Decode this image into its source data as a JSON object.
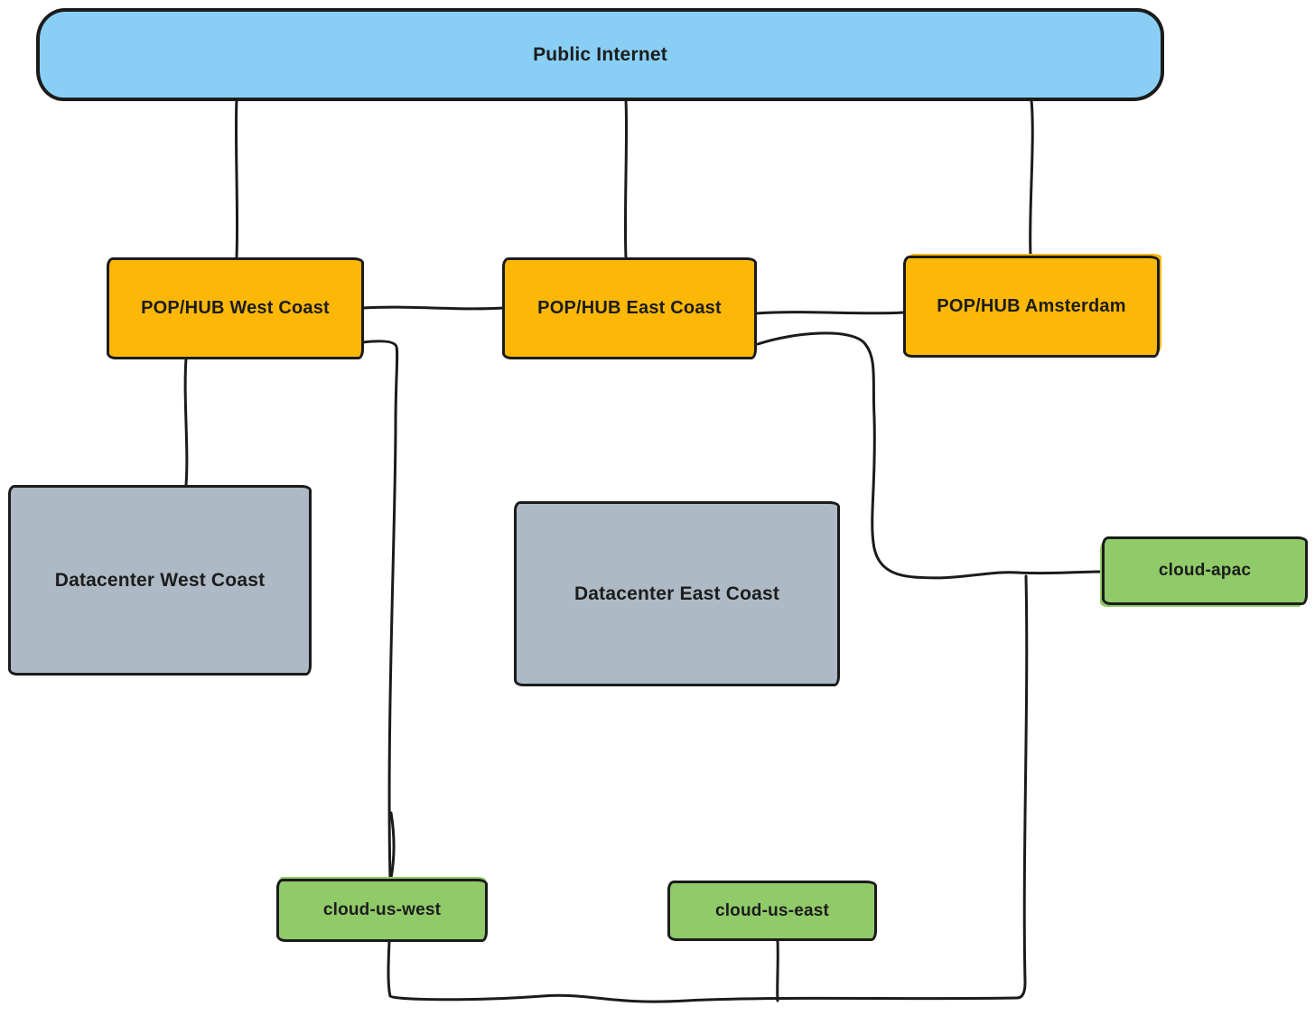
{
  "diagram": {
    "kind": "hand-drawn network topology sketch",
    "nodes": {
      "public_internet": {
        "label": "Public Internet",
        "type": "internet"
      },
      "pop_west": {
        "label": "POP/HUB West Coast",
        "type": "pop"
      },
      "pop_east": {
        "label": "POP/HUB East Coast",
        "type": "pop"
      },
      "pop_ams": {
        "label": "POP/HUB Amsterdam",
        "type": "pop"
      },
      "dc_west": {
        "label": "Datacenter West Coast",
        "type": "datacenter"
      },
      "dc_east": {
        "label": "Datacenter East Coast",
        "type": "datacenter"
      },
      "cloud_apac": {
        "label": "cloud-apac",
        "type": "cloud"
      },
      "cloud_us_west": {
        "label": "cloud-us-west",
        "type": "cloud"
      },
      "cloud_us_east": {
        "label": "cloud-us-east",
        "type": "cloud"
      }
    },
    "edges": [
      {
        "from": "public_internet",
        "to": "pop_west"
      },
      {
        "from": "public_internet",
        "to": "pop_east"
      },
      {
        "from": "public_internet",
        "to": "pop_ams"
      },
      {
        "from": "pop_west",
        "to": "pop_east"
      },
      {
        "from": "pop_east",
        "to": "pop_ams"
      },
      {
        "from": "pop_west",
        "to": "dc_west"
      },
      {
        "from": "pop_west",
        "to": "cloud_us_west"
      },
      {
        "from": "pop_east",
        "to": "cloud_apac"
      },
      {
        "from": "cloud_us_west",
        "to": "cloud_us_east",
        "via": "bottom bus"
      },
      {
        "from": "cloud_us_east",
        "to": "cloud_apac",
        "via": "right riser joining pop_east–cloud_apac link"
      }
    ],
    "colors": {
      "internet": "#89cff5",
      "pop": "#fdb807",
      "datacenter": "#adbac5",
      "cloud": "#90ca69",
      "stroke": "#1b1b1b",
      "background": "#ffffff",
      "text": "#1c1c1c"
    }
  }
}
